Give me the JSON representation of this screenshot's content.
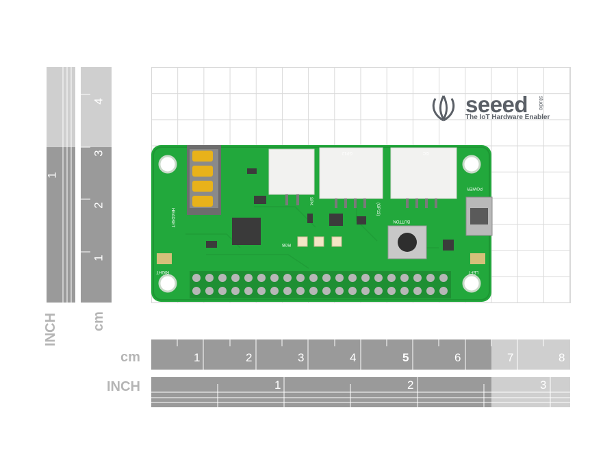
{
  "logo": {
    "brand": "seeed",
    "suffix": "studio",
    "tagline": "The IoT Hardware Enabler"
  },
  "rulers": {
    "horizontal_cm": {
      "unit": "cm",
      "labels": [
        "1",
        "2",
        "3",
        "4",
        "5",
        "6",
        "7",
        "8"
      ]
    },
    "horizontal_inch": {
      "unit": "INCH",
      "labels": [
        "1",
        "2",
        "3"
      ]
    },
    "vertical_inch": {
      "unit": "INCH",
      "labels": [
        "1"
      ]
    },
    "vertical_cm": {
      "unit": "cm",
      "labels": [
        "1",
        "2",
        "3",
        "4"
      ]
    }
  },
  "board": {
    "labels": {
      "headset": "HEADSET",
      "right": "RIGHT",
      "left": "LEFT",
      "power": "POWER",
      "button": "BUTTON",
      "rgb": "RGB",
      "spk": "SPK",
      "gp12": "GP12",
      "gp12_sub": "(GP13)",
      "i2c": "I2C"
    },
    "colors": {
      "pcb": "#22a83c",
      "connector": "#f2f2f0",
      "gold": "#e8b21a"
    }
  }
}
